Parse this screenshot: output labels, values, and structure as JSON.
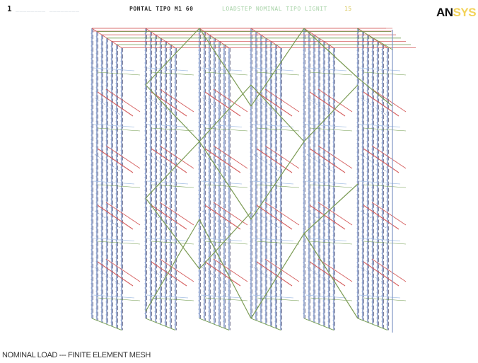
{
  "header": {
    "plot_number": "1",
    "left_text": "________ ________",
    "title": "PONTAL TIPO M1 60",
    "subtitle": "LOADSTEP NOMINAL TIPO LIGNIT",
    "step": "15"
  },
  "logo": {
    "part_a": "AN",
    "part_b": "SYS"
  },
  "caption": "NOMINAL LOAD --- FINITE ELEMENT MESH",
  "colors": {
    "column_blue": "#7e95c4",
    "column_dark": "#4a4a70",
    "column_dash": "#8aa0d8",
    "beam_red": "#d66060",
    "beam_green": "#6f9a4b",
    "beam_pink": "#e39a9a",
    "brace_olive": "#7c9c55",
    "light_blue": "#a9c3e6"
  }
}
